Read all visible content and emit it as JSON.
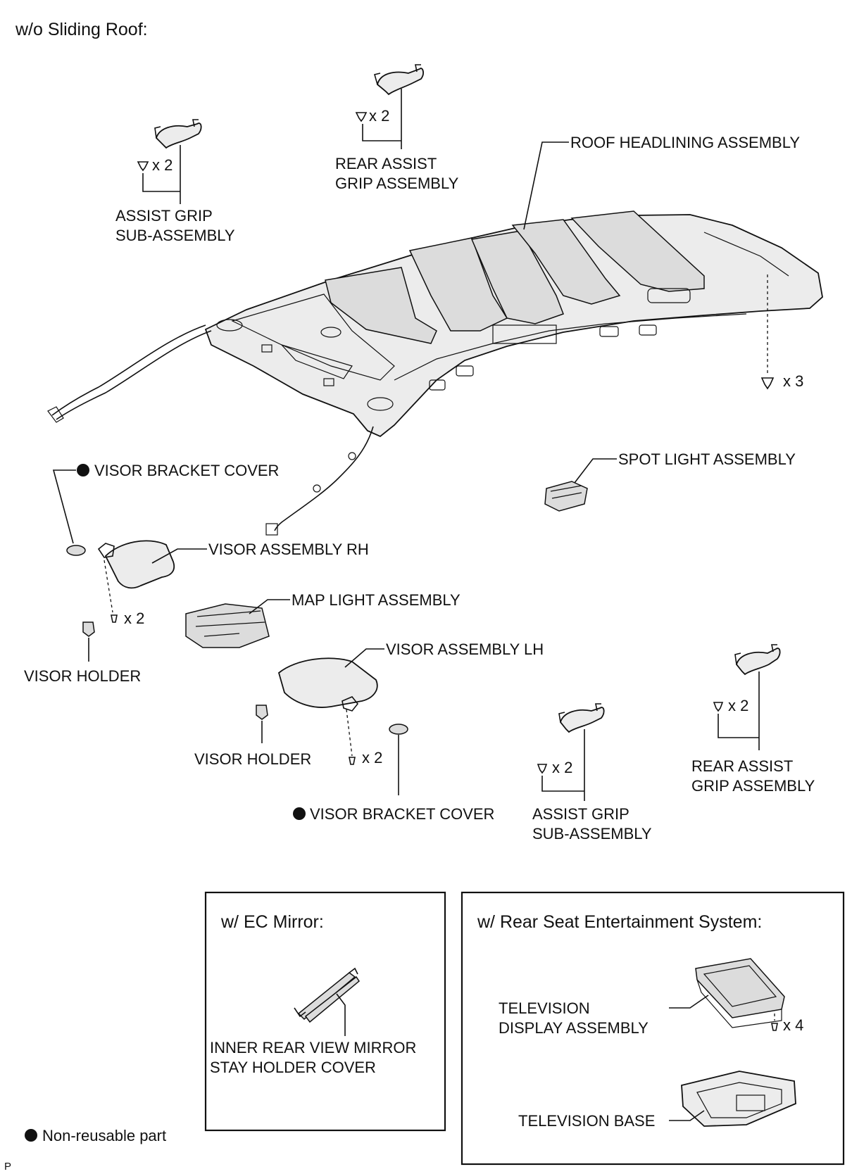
{
  "title": "w/o Sliding Roof:",
  "labels": {
    "roof_headlining": "ROOF HEADLINING ASSEMBLY",
    "rear_assist_grip_top_1": "REAR ASSIST",
    "rear_assist_grip_top_2": "GRIP ASSEMBLY",
    "assist_grip_top_1": "ASSIST GRIP",
    "assist_grip_top_2": "SUB-ASSEMBLY",
    "visor_bracket_cover_top": "VISOR BRACKET COVER",
    "visor_rh": "VISOR ASSEMBLY RH",
    "map_light": "MAP LIGHT ASSEMBLY",
    "visor_holder_left": "VISOR HOLDER",
    "visor_lh": "VISOR ASSEMBLY LH",
    "visor_holder_mid": "VISOR HOLDER",
    "visor_bracket_cover_bottom": "VISOR BRACKET COVER",
    "spot_light": "SPOT LIGHT ASSEMBLY",
    "assist_grip_bottom_1": "ASSIST GRIP",
    "assist_grip_bottom_2": "SUB-ASSEMBLY",
    "rear_assist_grip_bottom_1": "REAR ASSIST",
    "rear_assist_grip_bottom_2": "GRIP ASSEMBLY"
  },
  "quantities": {
    "rear_assist_top": "x 2",
    "assist_top": "x 2",
    "roof_clips": "x 3",
    "visor_rh_screws": "x 2",
    "visor_lh_screws": "x 2",
    "assist_bottom": "x 2",
    "rear_assist_bottom": "x 2",
    "tv_screws": "x 4"
  },
  "ec_box": {
    "heading": "w/ EC Mirror:",
    "part_1": "INNER REAR VIEW MIRROR",
    "part_2": "STAY HOLDER COVER"
  },
  "rse_box": {
    "heading": "w/ Rear Seat Entertainment System:",
    "tv_display_1": "TELEVISION",
    "tv_display_2": "DISPLAY ASSEMBLY",
    "tv_base": "TELEVISION BASE"
  },
  "legend": "Non-reusable part",
  "corner_mark": "P"
}
